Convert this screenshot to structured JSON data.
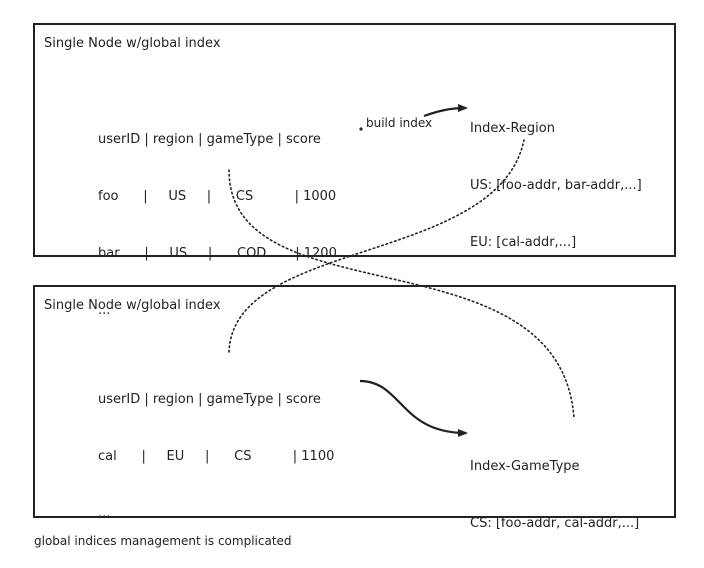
{
  "node_top": {
    "title": "Single Node w/global index",
    "table_rows": [
      "userID | region | gameType | score",
      "foo      |     US     |      CS          | 1000",
      "bar      |     US     |      COD       | 1200",
      "..."
    ],
    "index_region": {
      "title": "Index-Region",
      "lines": [
        "US: [foo-addr, bar-addr,...]",
        "EU: [cal-addr,...]"
      ]
    },
    "build_label": "build index"
  },
  "node_bottom": {
    "title": "Single Node w/global index",
    "table_rows": [
      "userID | region | gameType | score",
      "cal      |     EU     |      CS          | 1100",
      "..."
    ],
    "index_gametype": {
      "title": "Index-GameType",
      "lines": [
        "CS: [foo-addr, cal-addr,...]"
      ]
    }
  },
  "caption": "global indices management is complicated",
  "colors": {
    "stroke": "#222222",
    "background": "#ffffff"
  }
}
